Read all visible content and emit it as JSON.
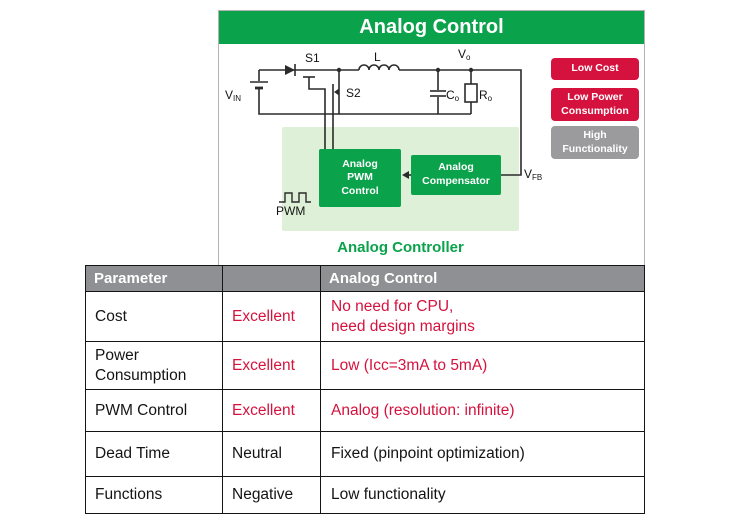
{
  "colors": {
    "green": "#0ba24c",
    "light_green": "#def1d8",
    "accent_red": "#d5123e",
    "badge_gray": "#9b9b9d",
    "table_header_gray": "#8f9094"
  },
  "panel": {
    "title": "Analog Control",
    "controller_label": "Analog Controller",
    "badges": [
      {
        "label": "Low Cost",
        "type": "red"
      },
      {
        "label": "Low Power\nConsumption",
        "type": "red"
      },
      {
        "label": "High\nFunctionality",
        "type": "gray"
      }
    ],
    "blocks": {
      "pwm_control": "Analog\nPWM\nControl",
      "compensator": "Analog\nCompensator"
    },
    "circuit_labels": {
      "vin_main": "V",
      "vin_sub": "IN",
      "s1": "S1",
      "s2": "S2",
      "l": "L",
      "vo_main": "V",
      "vo_sub": "o",
      "co_main": "C",
      "co_sub": "o",
      "ro_main": "R",
      "ro_sub": "o",
      "vfb_main": "V",
      "vfb_sub": "FB",
      "pwm": "PWM"
    }
  },
  "table": {
    "headers": [
      "Parameter",
      "",
      "Analog Control"
    ],
    "rows": [
      {
        "parameter": "Cost",
        "rating": "Excellent",
        "detail": "No need for CPU,\nneed design margins",
        "highlight": true
      },
      {
        "parameter": "Power\nConsumption",
        "rating": "Excellent",
        "detail": "Low (Icc=3mA to 5mA)",
        "highlight": true
      },
      {
        "parameter": "PWM Control",
        "rating": "Excellent",
        "detail": "Analog (resolution: infinite)",
        "highlight": true
      },
      {
        "parameter": "Dead Time",
        "rating": "Neutral",
        "detail": "Fixed (pinpoint optimization)",
        "highlight": false
      },
      {
        "parameter": "Functions",
        "rating": "Negative",
        "detail": "Low functionality",
        "highlight": false
      }
    ]
  }
}
